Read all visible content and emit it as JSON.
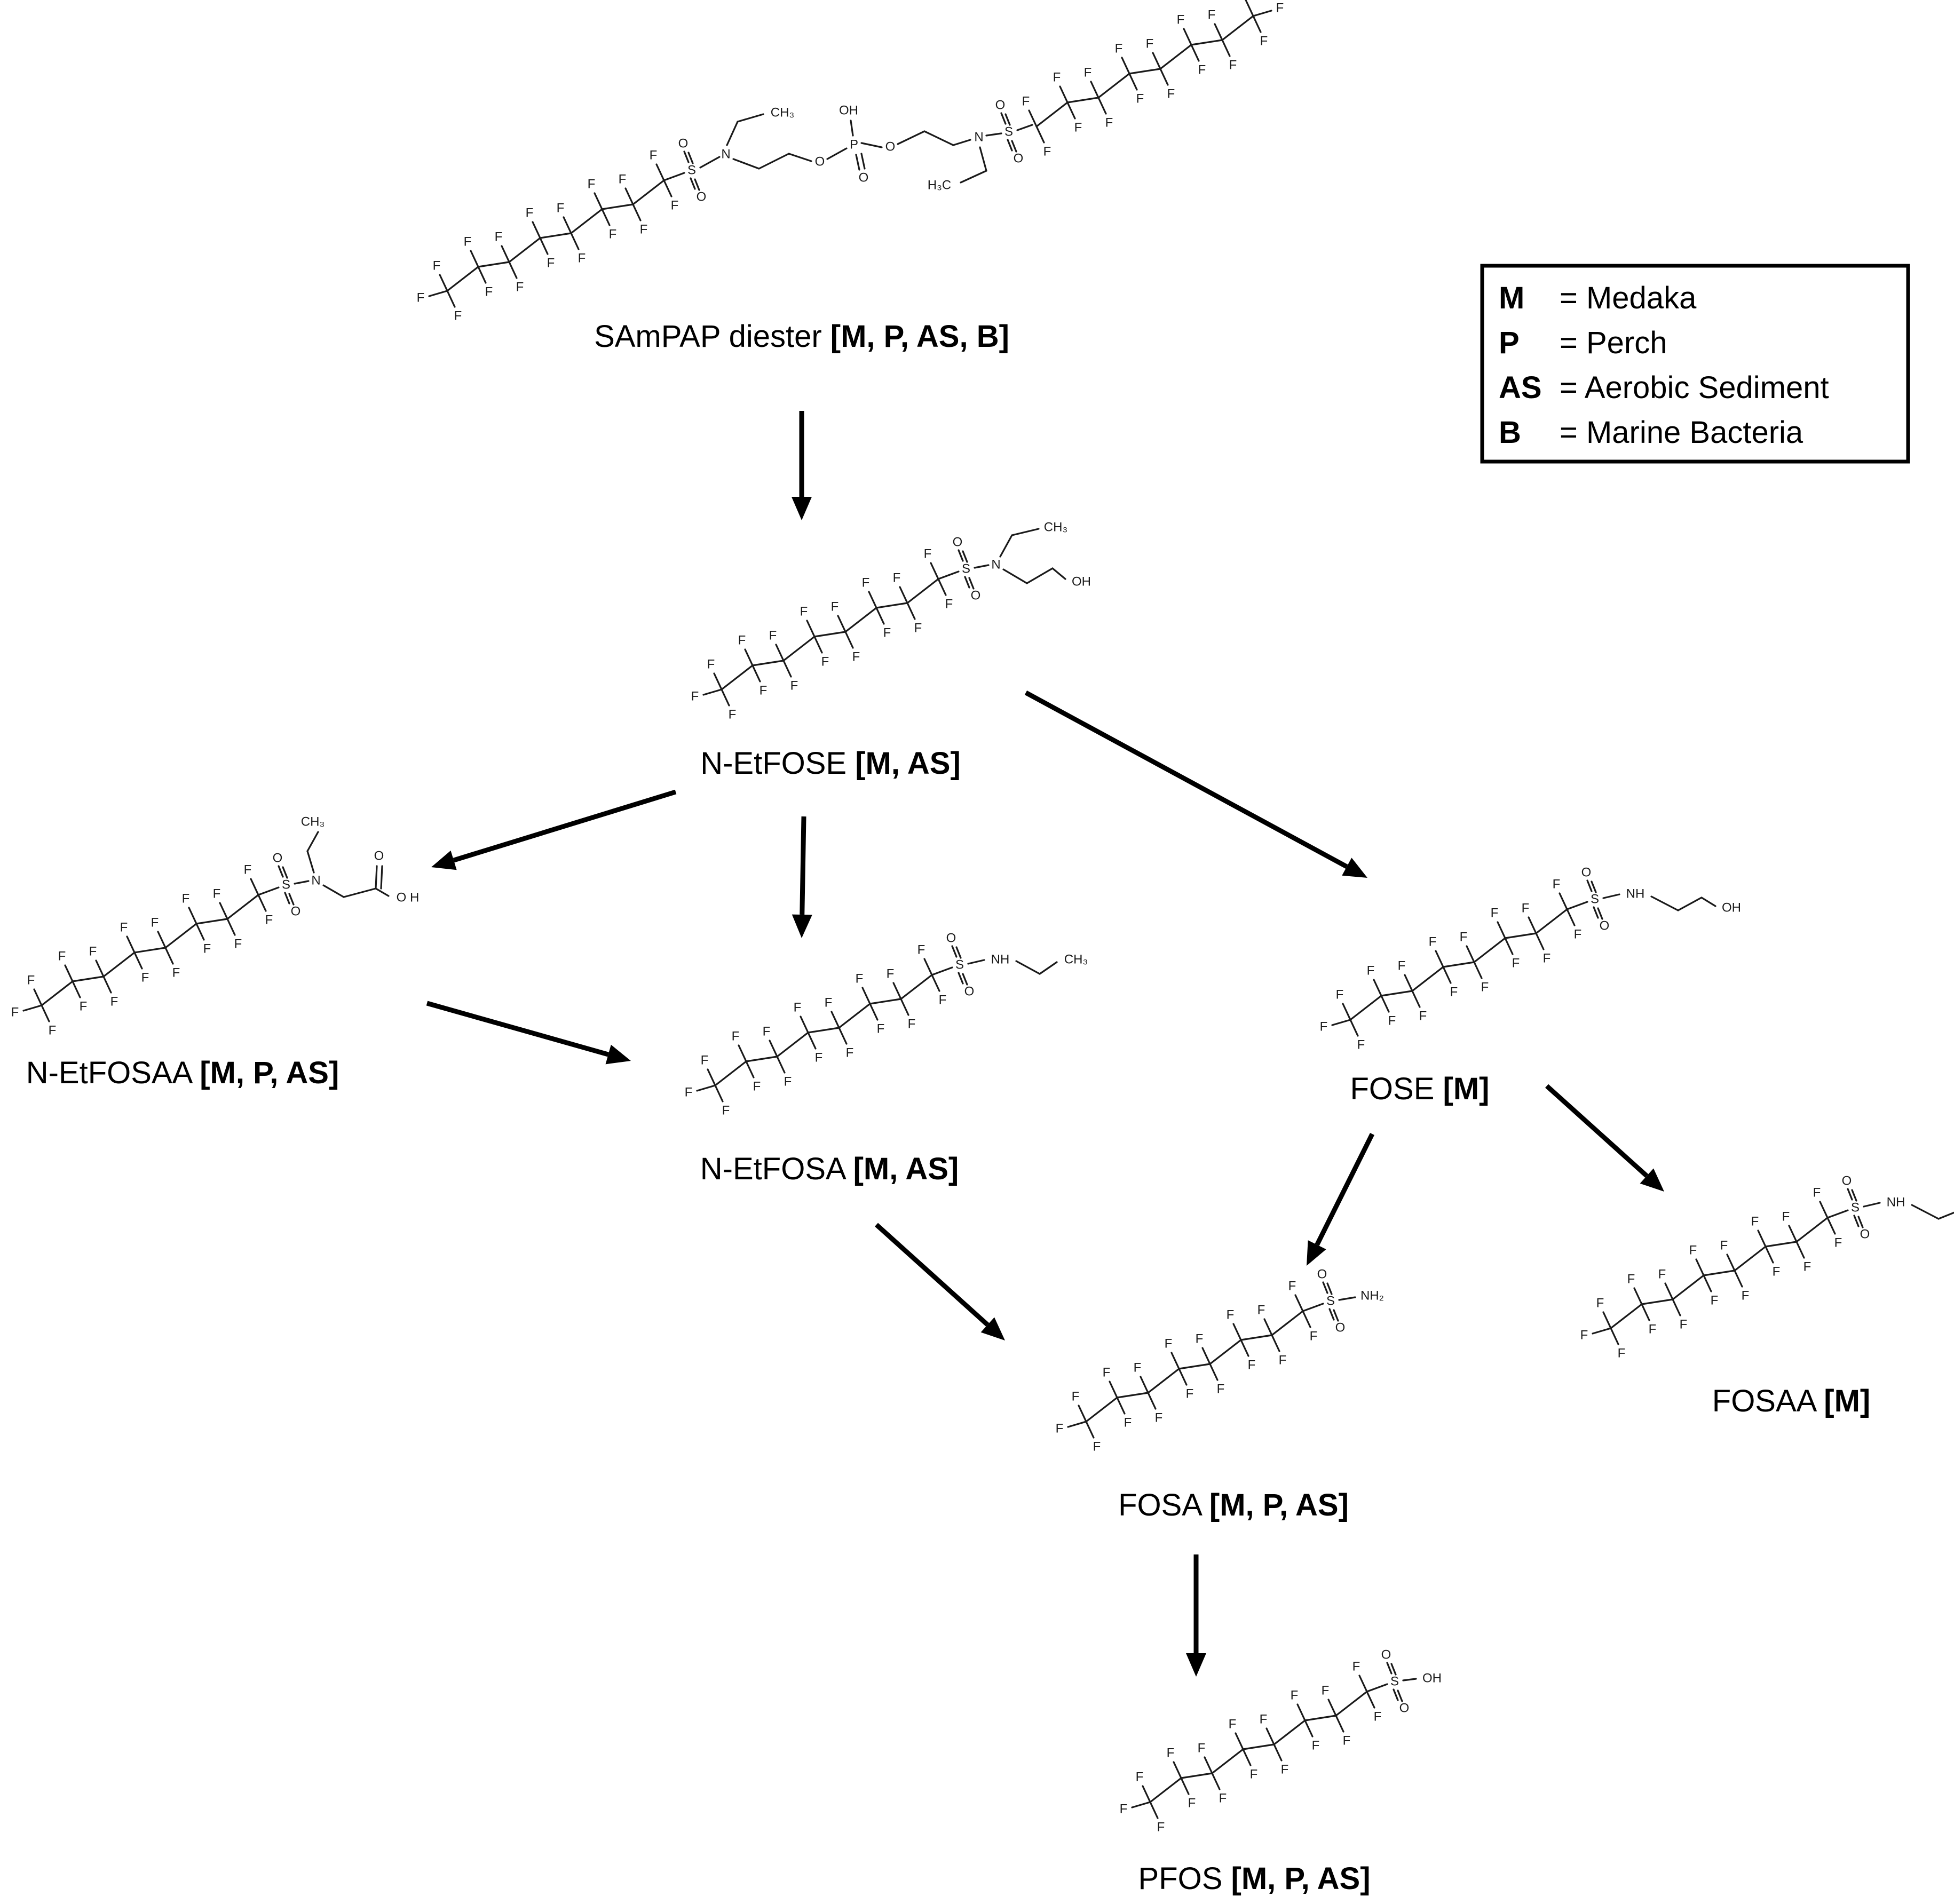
{
  "compounds": [
    {
      "id": "sampap",
      "name": "SAmPAP diester",
      "organisms": "[M, P, AS, B]"
    },
    {
      "id": "netfose",
      "name": "N-EtFOSE",
      "organisms": "[M, AS]"
    },
    {
      "id": "netfosaa",
      "name": "N-EtFOSAA",
      "organisms": "[M, P, AS]"
    },
    {
      "id": "netfosa",
      "name": "N-EtFOSA",
      "organisms": "[M, AS]"
    },
    {
      "id": "fose",
      "name": "FOSE",
      "organisms": "[M]"
    },
    {
      "id": "fosa",
      "name": "FOSA",
      "organisms": "[M, P, AS]"
    },
    {
      "id": "fosaa",
      "name": "FOSAA",
      "organisms": "[M]"
    },
    {
      "id": "pfos",
      "name": "PFOS",
      "organisms": "[M, P, AS]"
    }
  ],
  "atoms": {
    "F": "F",
    "S": "S",
    "O": "O",
    "N": "N",
    "P": "P",
    "OH": "OH",
    "NH": "NH",
    "NH2": "NH₂",
    "CH3": "CH₃",
    "H3C": "H₃C",
    "O_H": "O  H",
    "CH3_alt": "CH₃"
  },
  "legend": [
    {
      "key": "M",
      "value": "= Medaka"
    },
    {
      "key": "P",
      "value": "= Perch"
    },
    {
      "key": "AS",
      "value": "= Aerobic Sediment"
    },
    {
      "key": "B",
      "value": "= Marine Bacteria"
    }
  ],
  "arrows": [
    {
      "from": "sampap",
      "to": "netfose"
    },
    {
      "from": "netfose",
      "to": "netfosaa"
    },
    {
      "from": "netfose",
      "to": "netfosa"
    },
    {
      "from": "netfose",
      "to": "fose"
    },
    {
      "from": "netfosaa",
      "to": "netfosa"
    },
    {
      "from": "netfosa",
      "to": "fosa"
    },
    {
      "from": "fose",
      "to": "fosa"
    },
    {
      "from": "fose",
      "to": "fosaa"
    },
    {
      "from": "fosa",
      "to": "pfos"
    }
  ]
}
